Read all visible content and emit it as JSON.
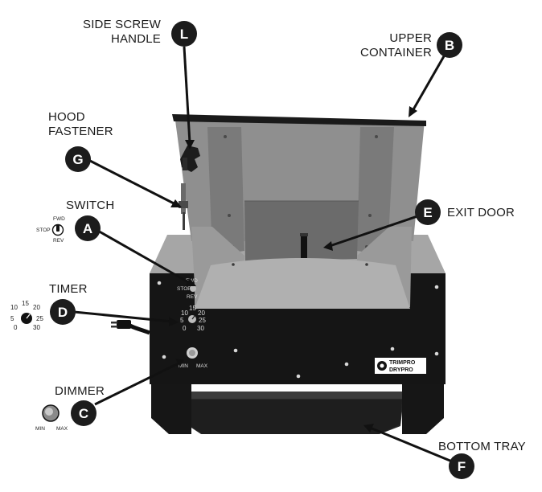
{
  "labels": {
    "side_screw_handle": [
      "SIDE SCREW",
      "HANDLE"
    ],
    "upper_container": [
      "UPPER",
      "CONTAINER"
    ],
    "hood_fastener": [
      "HOOD",
      "FASTENER"
    ],
    "switch": "SWITCH",
    "exit_door": "EXIT DOOR",
    "timer": "TIMER",
    "dimmer": "DIMMER",
    "bottom_tray": "BOTTOM TRAY"
  },
  "badges": {
    "L": "L",
    "B": "B",
    "G": "G",
    "A": "A",
    "E": "E",
    "D": "D",
    "C": "C",
    "F": "F"
  },
  "switch_positions": {
    "fwd": "FWD",
    "stop": "STOP",
    "rev": "REV"
  },
  "timer_marks": {
    "t0": "0",
    "t5": "5",
    "t10": "10",
    "t15": "15",
    "t20": "20",
    "t25": "25",
    "t30": "30"
  },
  "dimmer_marks": {
    "min": "MIN",
    "max": "MAX"
  },
  "brand": {
    "line1": "TRIMPRO",
    "line2": "DRYPRO"
  },
  "colors": {
    "badge": "#1c1c1c",
    "base": "#151515",
    "container": "#8e8e8e",
    "container_dark": "#6f6f6f",
    "tray": "#262626"
  }
}
